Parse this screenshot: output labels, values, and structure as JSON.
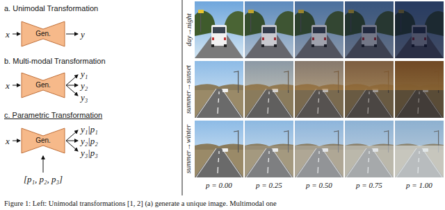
{
  "diagram": {
    "caption": "Figure 1: Left: Unimodal transformations [1, 2] (a) generate a unique image. Multimodal one",
    "nodes": [
      {
        "text": [
          "Gen."
        ]
      },
      {
        "text": [
          "Gen."
        ]
      },
      {
        "text": [
          "Gen."
        ]
      }
    ],
    "labels": [
      "a. Unimodal Transformation",
      "x",
      "y",
      "b. Multi-modal Transformation",
      "x",
      "y₁",
      "y₂",
      "y₃",
      "c. Parametric Transformation",
      "x",
      "y₁|p₁",
      "y₂|p₂",
      "y₃|p₃",
      "[p₁, p₂, p₃]",
      "day→night",
      "summer→sunset",
      "summer→winter",
      "p = 0.00",
      "p = 0.25",
      "p = 0.50",
      "p = 0.75",
      "p = 1.00"
    ]
  }
}
